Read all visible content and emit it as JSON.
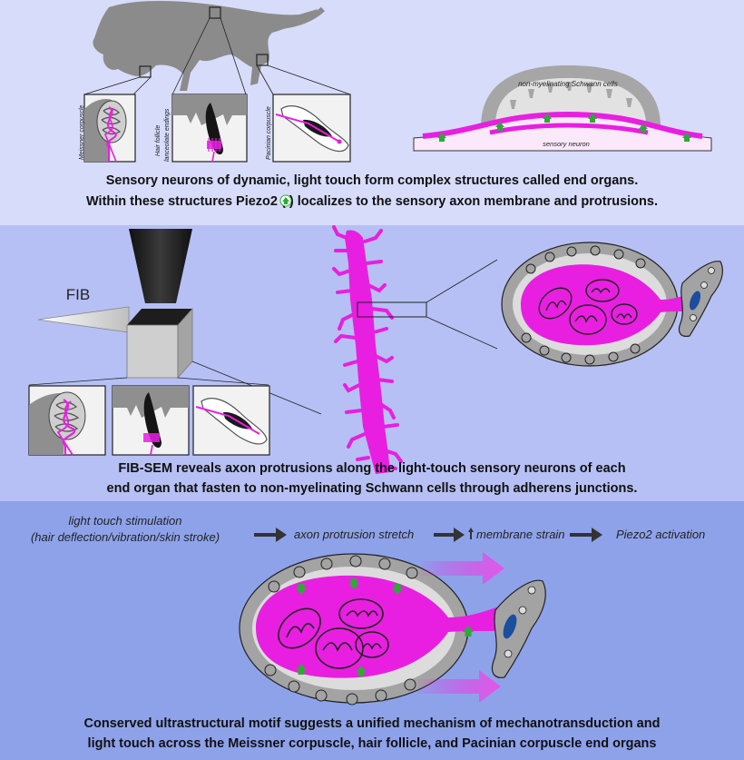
{
  "panel1": {
    "inset_labels": {
      "meissner": "Meissner corpuscle",
      "hair_follicle_1": "Hair follicle",
      "hair_follicle_2": "lanceolate endings",
      "pacinian": "Pacinian corpuscle"
    },
    "schwann_label": "non-myelinating Schwann cells",
    "neuron_label": "sensory neuron",
    "caption_line1": "Sensory neurons of dynamic, light touch form complex structures called end organs.",
    "caption_line2_pre": "Within these structures Piezo2 (",
    "caption_line2_post": ") localizes to the sensory axon membrane and protrusions."
  },
  "panel2": {
    "fib_label": "FIB",
    "caption_line1": "FIB-SEM reveals axon protrusions along the light-touch sensory neurons of each",
    "caption_line2": "end organ that fasten to non-myelinating Schwann cells through adherens junctions."
  },
  "panel3": {
    "flow": {
      "step1_line1": "light touch stimulation",
      "step1_line2": "(hair deflection/vibration/skin stroke)",
      "step2": "axon protrusion stretch",
      "step3": "membrane strain",
      "step4": "Piezo2 activation"
    },
    "caption_line1": "Conserved ultrastructural motif suggests a unified mechanism of mechanotransduction and",
    "caption_line2": "light touch across the Meissner corpuscle, hair follicle, and Pacinian corpuscle end organs"
  },
  "colors": {
    "panel1_bg": "#d7dcfa",
    "panel2_bg": "#b6c0f4",
    "panel3_bg": "#8ea2ea",
    "axon_magenta": "#e81fe0",
    "schwann_gray": "#a3a3a3",
    "piezo_green": "#2ea836",
    "junction_blue": "#1c4e9e"
  }
}
